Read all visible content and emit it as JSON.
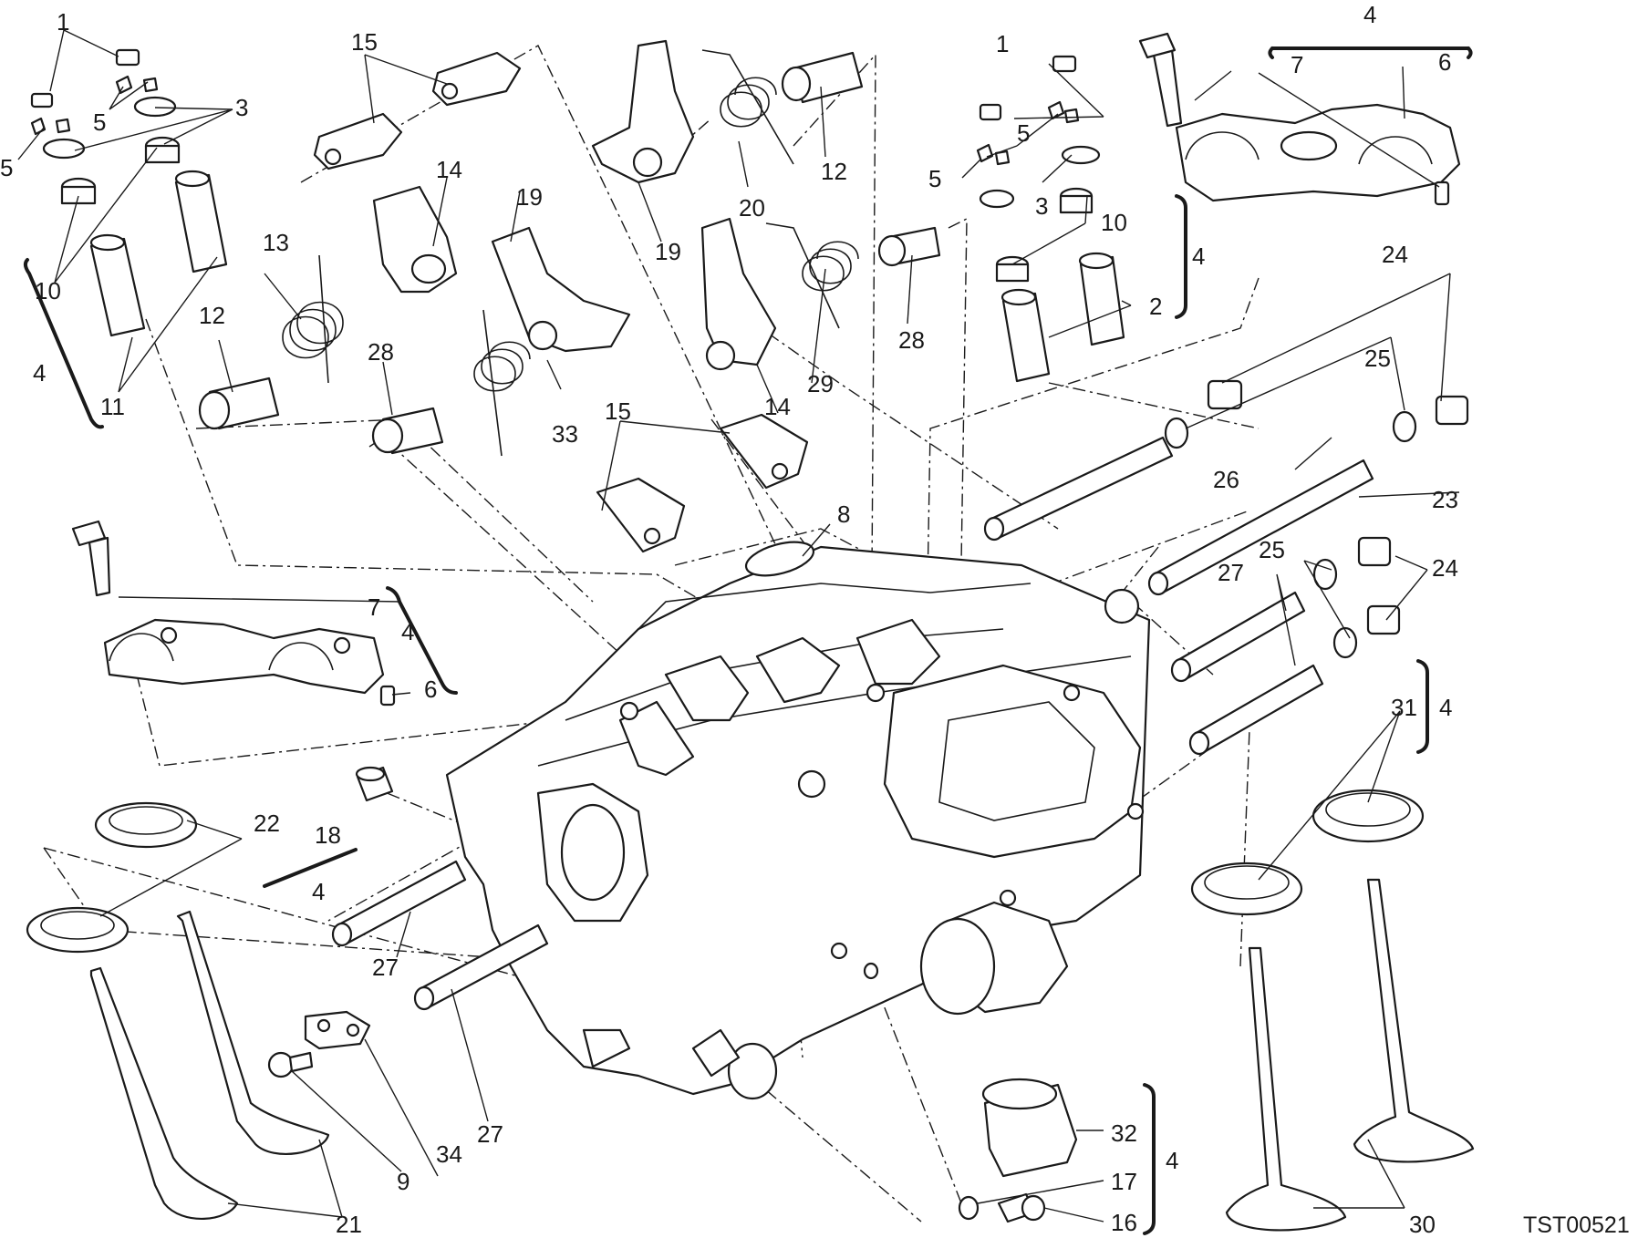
{
  "drawing_code": "TST00521",
  "callouts": [
    "1",
    "2",
    "3",
    "4",
    "5",
    "6",
    "7",
    "8",
    "9",
    "10",
    "11",
    "12",
    "13",
    "14",
    "15",
    "16",
    "17",
    "18",
    "19",
    "20",
    "21",
    "22",
    "23",
    "24",
    "25",
    "26",
    "27",
    "28",
    "29",
    "30",
    "31",
    "32",
    "33",
    "34"
  ],
  "colors": {
    "ink": "#1a1a1a",
    "paper": "#ffffff"
  }
}
